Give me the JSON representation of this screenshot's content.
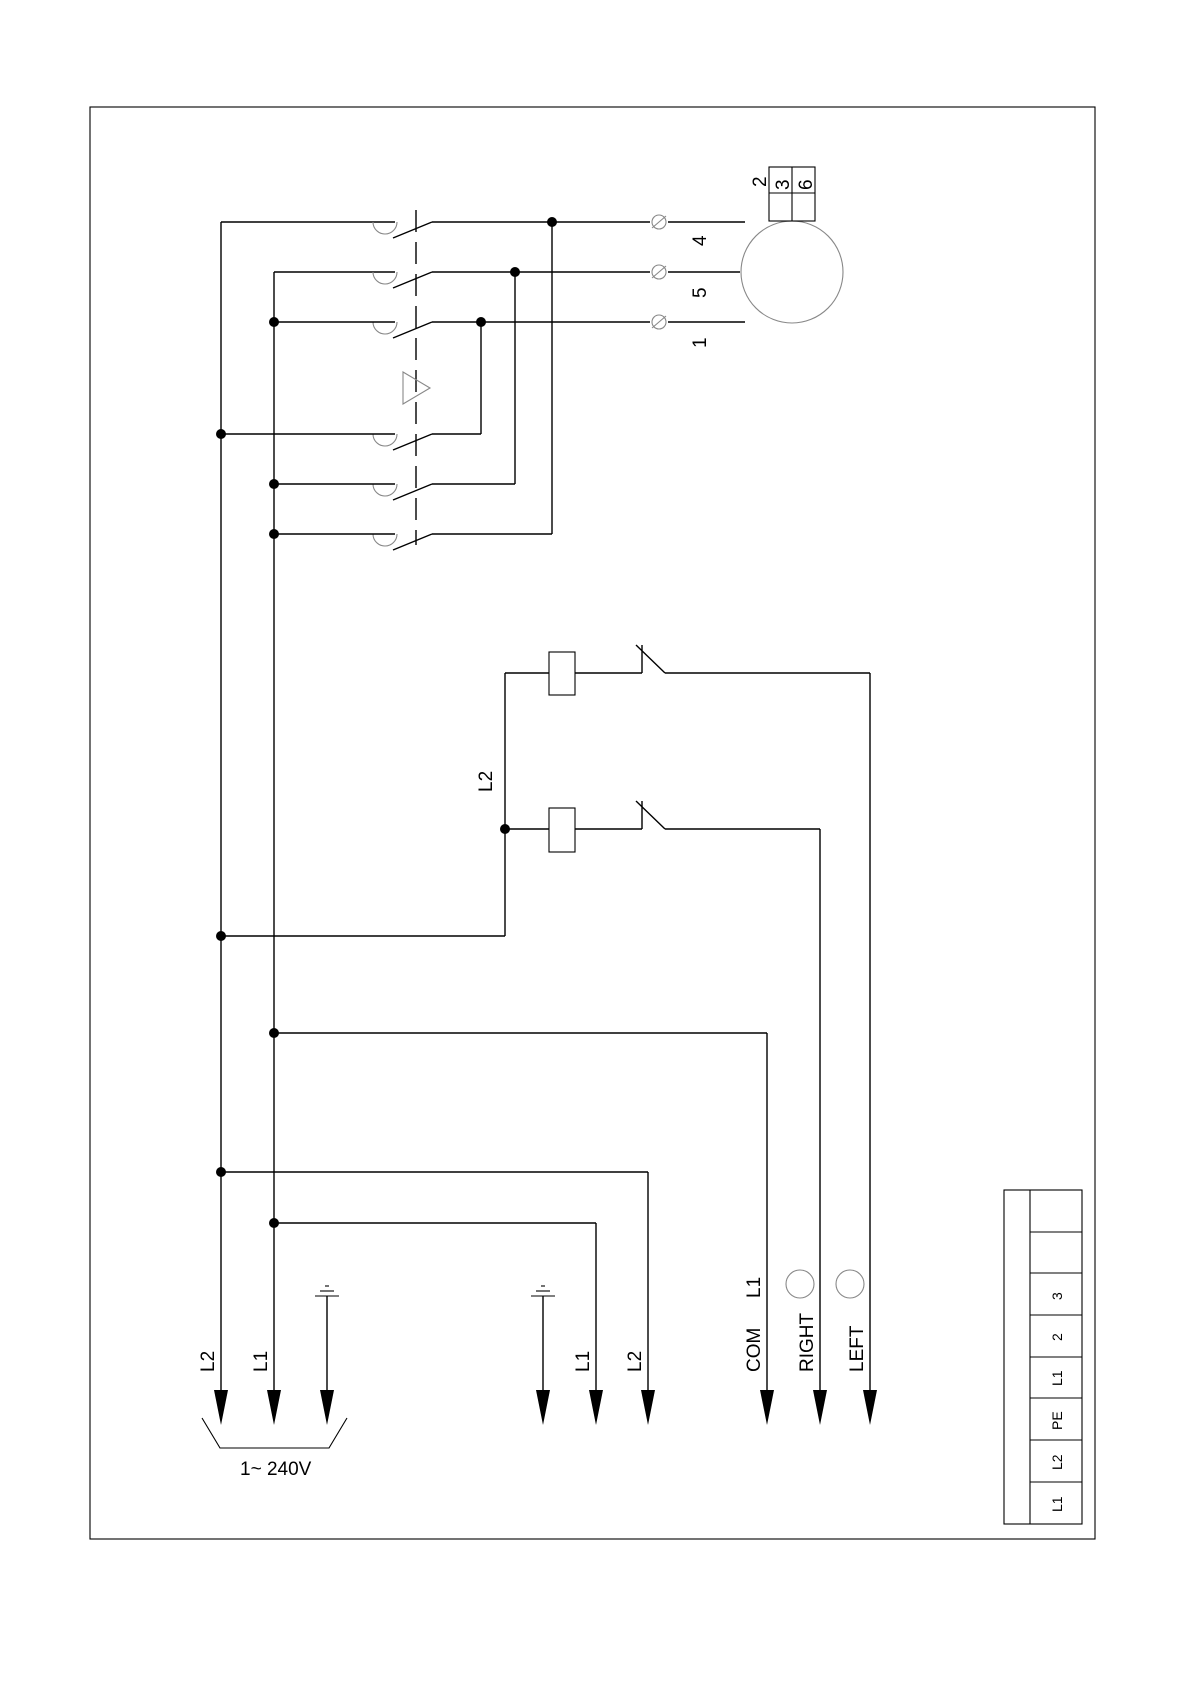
{
  "labels": {
    "supply_l2": "L2",
    "supply_l1": "L1",
    "supply_voltage": "1~ 240V",
    "out_l1": "L1",
    "out_l2": "L2",
    "coil_bus_l2": "L2",
    "com": "COM",
    "com_l1": "L1",
    "right": "RIGHT",
    "left": "LEFT"
  },
  "motor": {
    "terminal_left": "4",
    "terminal_mid": "5",
    "terminal_right": "1",
    "top_terminals": [
      "2",
      "3",
      "6"
    ]
  },
  "terminal_block": [
    "L1",
    "L2",
    "PE",
    "L1",
    "2",
    "3",
    "",
    ""
  ]
}
